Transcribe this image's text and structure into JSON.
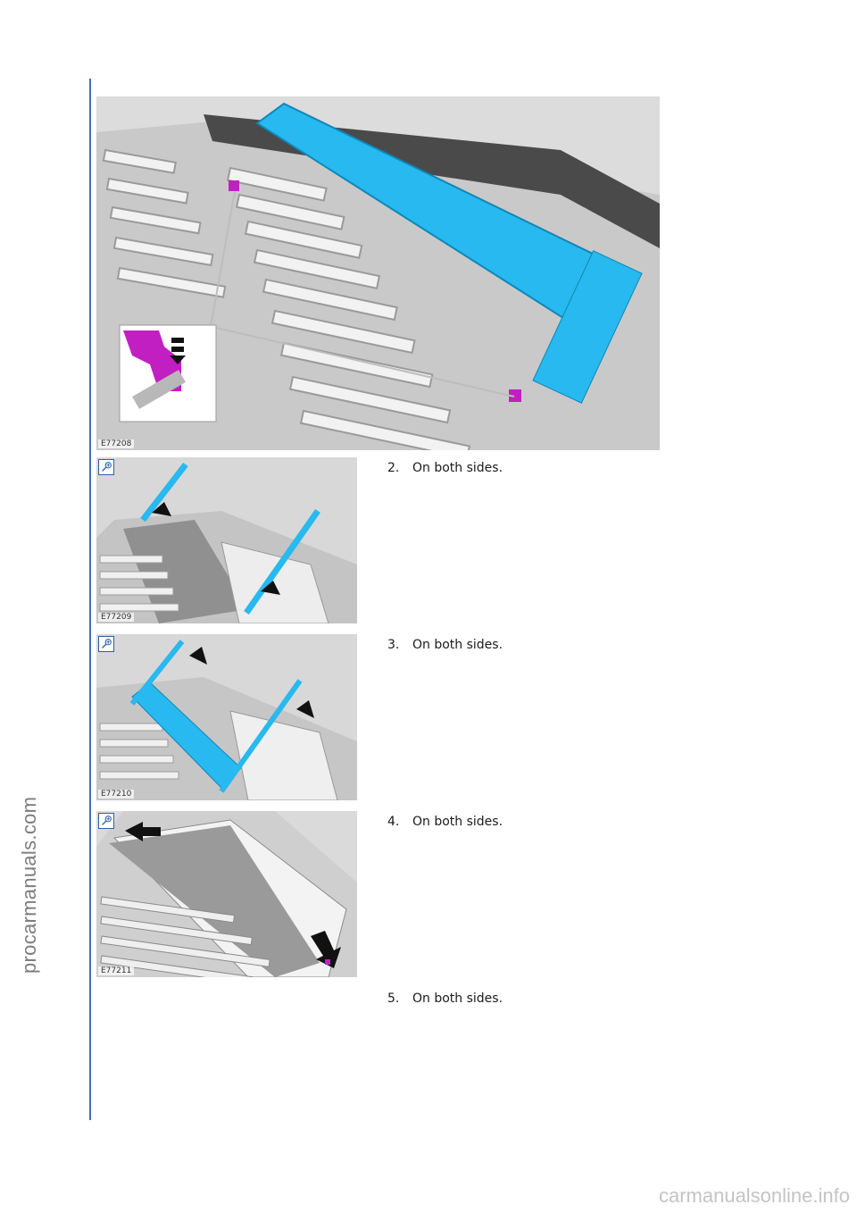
{
  "watermark_side": "procarmanuals.com",
  "watermark_footer": "carmanualsonline.info",
  "figures": [
    {
      "code": "E77208"
    },
    {
      "code": "E77209"
    },
    {
      "code": "E77210"
    },
    {
      "code": "E77211"
    }
  ],
  "steps": [
    {
      "number": "2.",
      "text": "On both sides."
    },
    {
      "number": "3.",
      "text": "On both sides."
    },
    {
      "number": "4.",
      "text": "On both sides."
    },
    {
      "number": "5.",
      "text": "On both sides."
    }
  ],
  "colors": {
    "rule": "#3f6fb7",
    "component": "#27b9ef",
    "highlight": "#c21fc2"
  },
  "icons": [
    "zoom-icon"
  ]
}
